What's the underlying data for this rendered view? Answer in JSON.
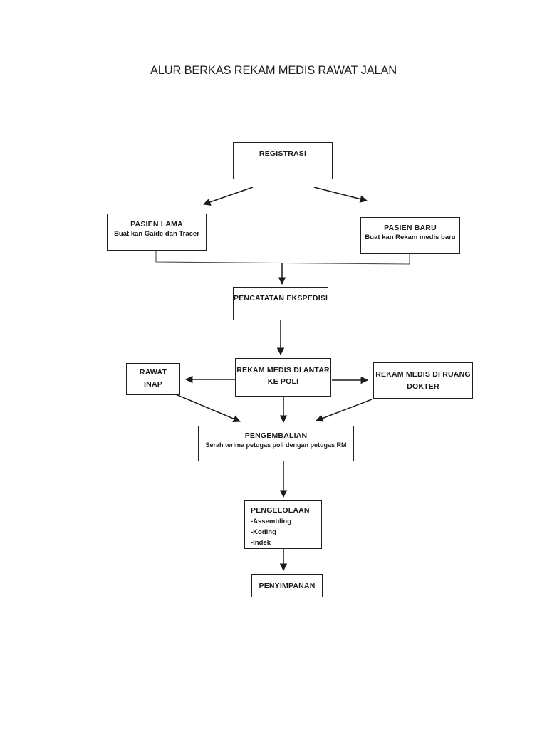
{
  "title": "ALUR BERKAS REKAM MEDIS RAWAT JALAN",
  "nodes": {
    "registrasi": {
      "title": "REGISTRASI"
    },
    "pasien_lama": {
      "title": "PASIEN LAMA",
      "subtitle": "Buat kan Gaide dan Tracer"
    },
    "pasien_baru": {
      "title": "PASIEN BARU",
      "subtitle": "Buat kan Rekam medis baru"
    },
    "pencatatan_ekspedisi": {
      "title": "PENCATATAN EKSPEDISI"
    },
    "rawat_inap": {
      "line1": "RAWAT",
      "line2": "INAP"
    },
    "antar_ke_poli": {
      "line1": "REKAM MEDIS DI ANTAR",
      "line2": "KE POLI"
    },
    "ruang_dokter": {
      "line1": "REKAM MEDIS DI RUANG",
      "line2": "DOKTER"
    },
    "pengembalian": {
      "title": "PENGEMBALIAN",
      "subtitle": "Serah terima petugas poli dengan petugas RM"
    },
    "pengelolaan": {
      "title": "PENGELOLAAN",
      "items": [
        "-Assembling",
        "-Koding",
        "-Indek"
      ]
    },
    "penyimpanan": {
      "title": "PENYIMPANAN"
    }
  },
  "edges": [
    {
      "from": "registrasi",
      "to": "pasien_lama"
    },
    {
      "from": "registrasi",
      "to": "pasien_baru"
    },
    {
      "from": "pasien_lama",
      "to": "pencatatan_ekspedisi"
    },
    {
      "from": "pasien_baru",
      "to": "pencatatan_ekspedisi"
    },
    {
      "from": "pencatatan_ekspedisi",
      "to": "antar_ke_poli"
    },
    {
      "from": "antar_ke_poli",
      "to": "rawat_inap"
    },
    {
      "from": "antar_ke_poli",
      "to": "ruang_dokter"
    },
    {
      "from": "antar_ke_poli",
      "to": "pengembalian"
    },
    {
      "from": "rawat_inap",
      "to": "pengembalian"
    },
    {
      "from": "ruang_dokter",
      "to": "pengembalian"
    },
    {
      "from": "pengembalian",
      "to": "pengelolaan"
    },
    {
      "from": "pengelolaan",
      "to": "penyimpanan"
    }
  ],
  "colors": {
    "background": "#ffffff",
    "ink": "#1a1a1a",
    "box_border": "#1f1f1f"
  }
}
